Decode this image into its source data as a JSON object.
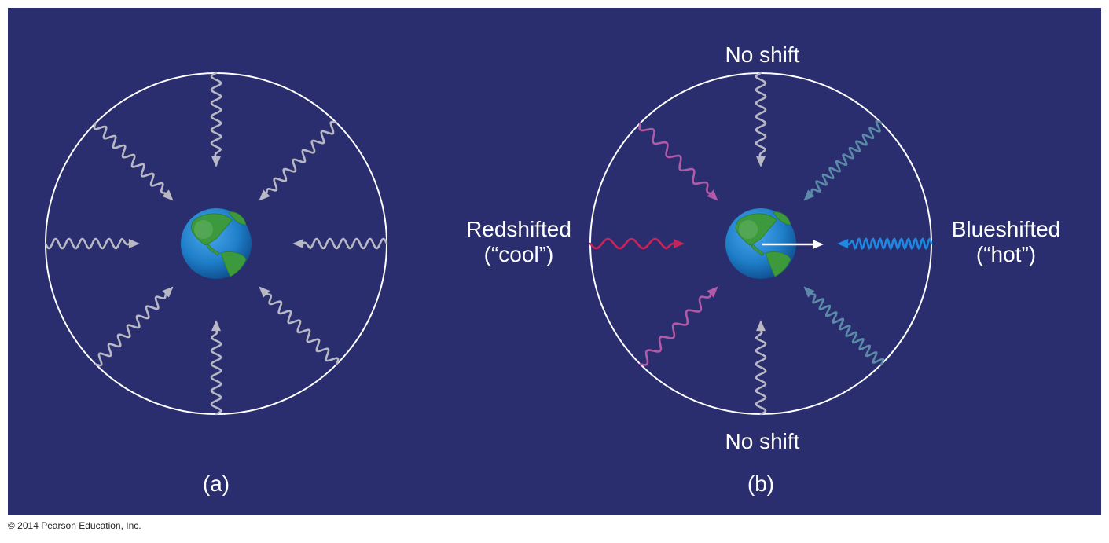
{
  "panels": {
    "a": {
      "caption": "(a)"
    },
    "b": {
      "caption": "(b)",
      "top_label": "No shift",
      "bottom_label": "No shift",
      "left_label_1": "Redshifted",
      "left_label_2": "(“cool”)",
      "right_label_1": "Blueshifted",
      "right_label_2": "(“hot”)"
    }
  },
  "footer": {
    "copyright": "© 2014 Pearson Education, Inc."
  },
  "colors": {
    "background": "#2a2e6e",
    "circle": "#ffffff",
    "no_shift": "#b8b8c4",
    "redshift": "#c8245c",
    "redshift_faint": "#b05aa8",
    "blueshift": "#1e88e0",
    "blueshift_faint": "#5a8aa8",
    "ocean": "#1e7ec8",
    "land": "#3c9a3c",
    "motion_arrow": "#ffffff"
  },
  "icons": {
    "planet": "earth-icon",
    "motion": "motion-arrow-icon"
  }
}
